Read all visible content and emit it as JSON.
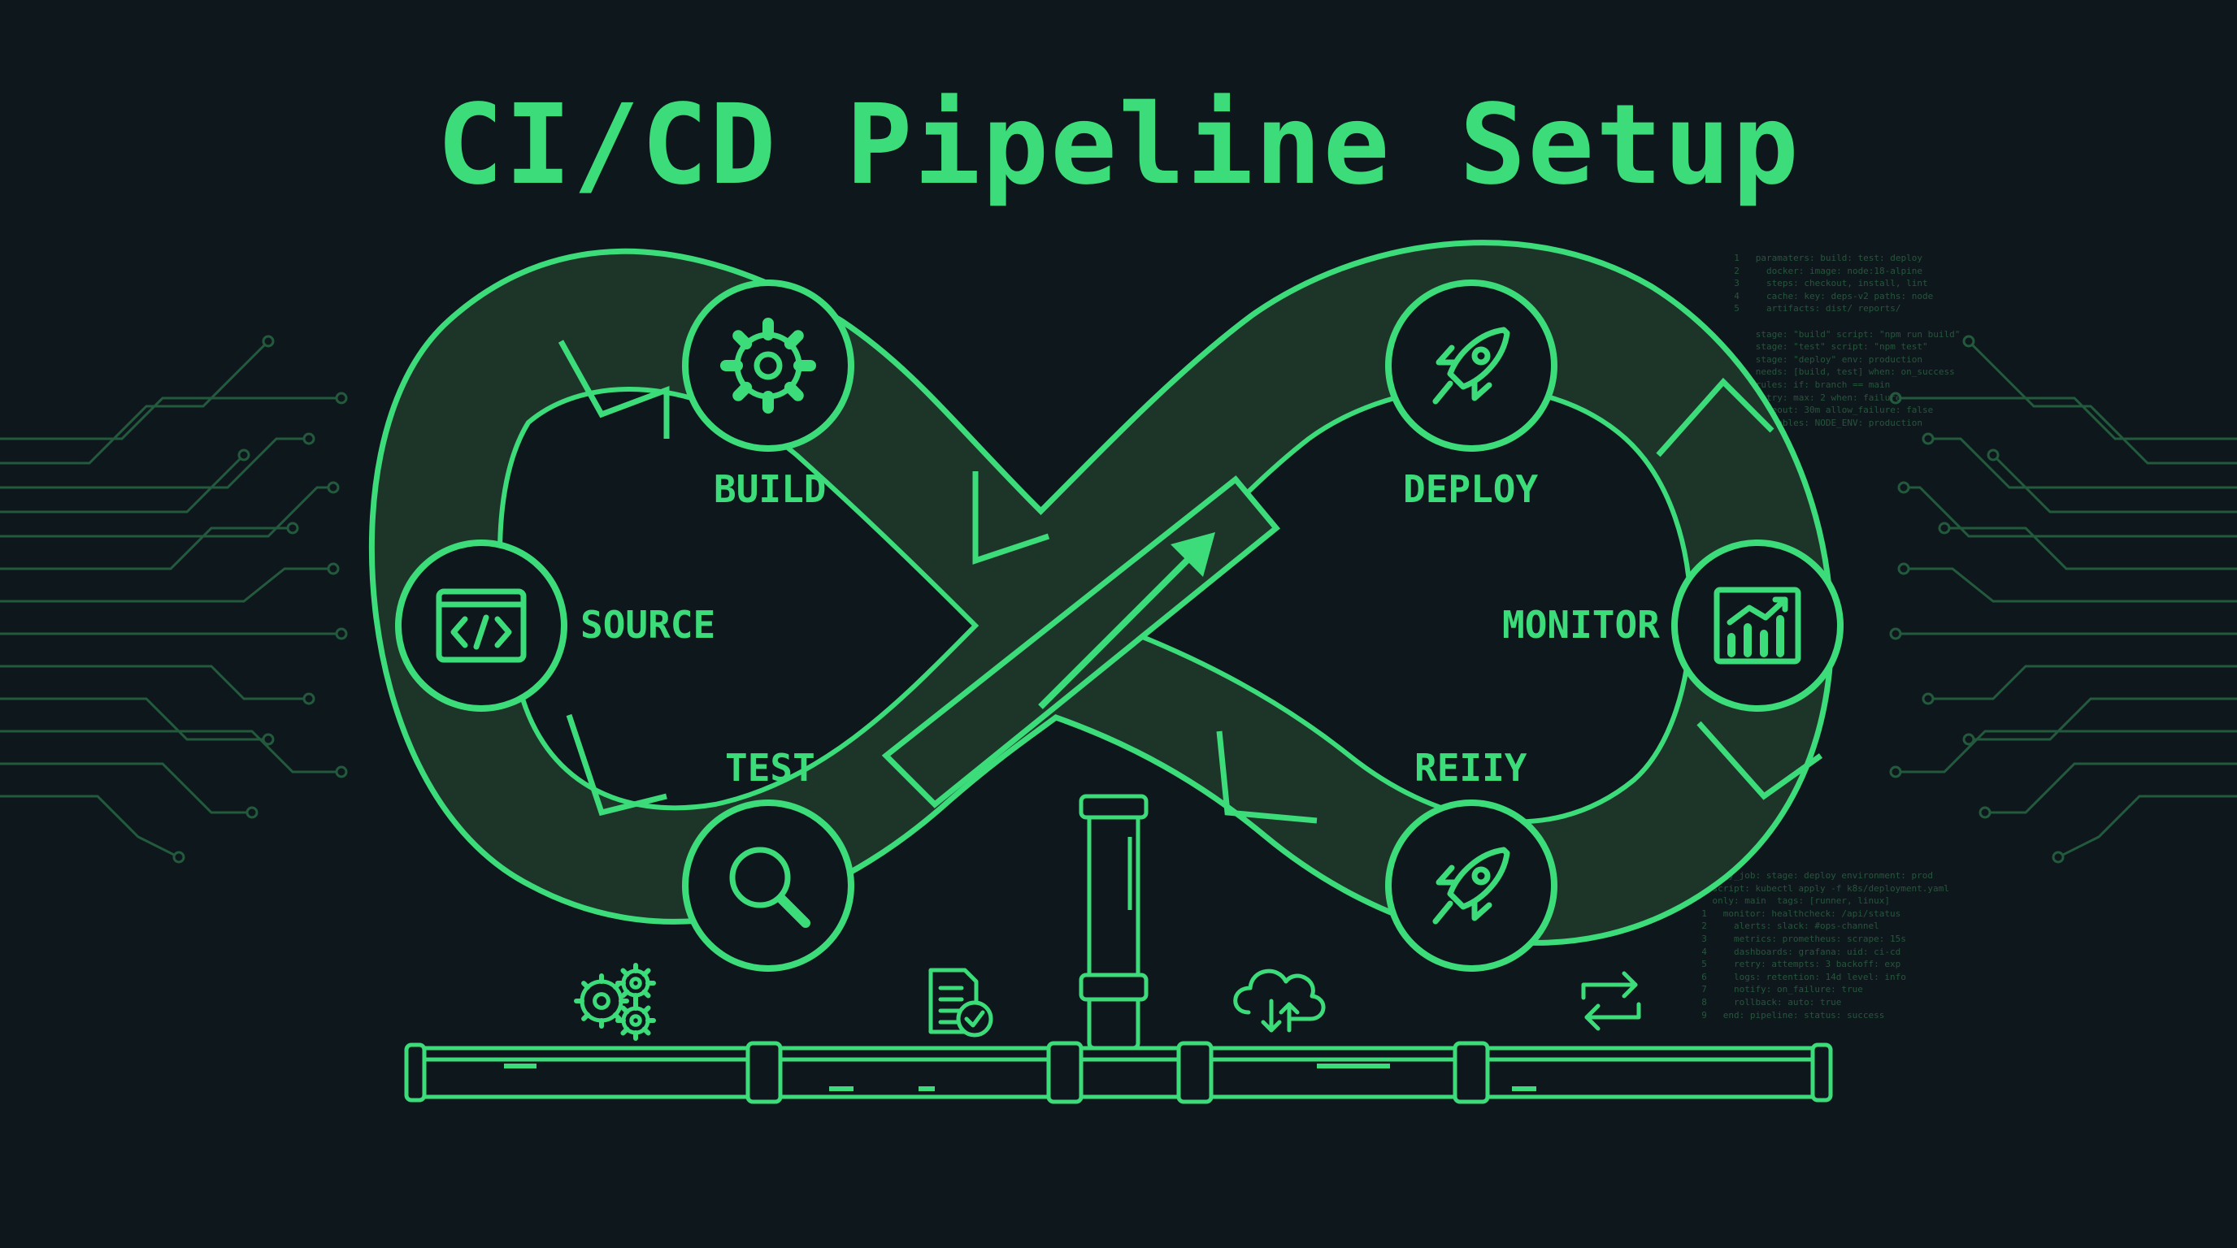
{
  "title": "CI/CD Pipeline Setup",
  "colors": {
    "background": "#0e171b",
    "accent": "#3ddc7a",
    "band_fill": "#1d3529",
    "circuit": "#235a3d"
  },
  "stages": [
    {
      "label": "SOURCE",
      "icon": "code-window-icon"
    },
    {
      "label": "BUILD",
      "icon": "gear-icon"
    },
    {
      "label": "TEST",
      "icon": "magnifier-icon"
    },
    {
      "label": "DEPLOY",
      "icon": "rocket-icon"
    },
    {
      "label": "MONITOR",
      "icon": "bar-chart-trend-icon"
    },
    {
      "label": "REIIY",
      "icon": "rocket-icon"
    }
  ],
  "pipeline_icons": [
    "gears-icon",
    "document-check-icon",
    "cloud-sync-icon",
    "swap-arrows-icon"
  ]
}
